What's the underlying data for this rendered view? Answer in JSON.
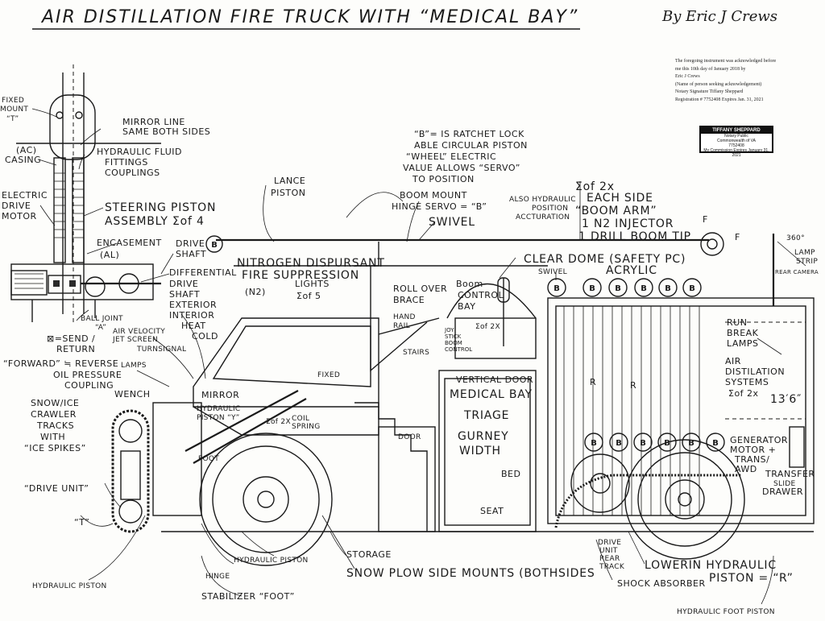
{
  "title": "AIR DISTILLATION FIRE TRUCK WITH “MEDICAL BAY”",
  "byline": "By Eric J Crews",
  "notary": {
    "line1": "The foregoing instrument was acknowledged before",
    "line2": "me this 10th day of January 2018 by",
    "line3": "Eric J Crews",
    "line4": "(Name of person seeking acknowledgement)",
    "line5": "Notary Signature Tiffany Sheppard",
    "line6": "Registration # 7752408  Expires Jan. 31, 2021"
  },
  "seal": {
    "name": "TIFFANY SHEPPARD",
    "line1": "Notary Public",
    "line2": "Commonwealth of VA",
    "line3": "7752408",
    "line4": "My Commission Expires January 31, 2021"
  },
  "labels": {
    "fixed_mount_1": "FIXED",
    "fixed_mount_2": "MOUNT",
    "fixed_mount_3": "“T”",
    "mirror_line_1": "MIRROR LINE",
    "mirror_line_2": "SAME BOTH SIDES",
    "ac_casing_1": "(AC)",
    "ac_casing_2": "CASING",
    "hydraulic_fluid_1": "HYDRAULIC FLUID",
    "hydraulic_fluid_2": "FITTINGS",
    "hydraulic_fluid_3": "COUPLINGS",
    "electric_drive_1": "ELECTRIC",
    "electric_drive_2": "DRIVE",
    "electric_drive_3": "MOTOR",
    "steering_1": "STEERING PISTON",
    "steering_2": "ASSEMBLY Σof 4",
    "encasement_1": "ENCASEMENT",
    "encasement_2": "(AL)",
    "drive_shaft_1": "DRIVE",
    "drive_shaft_2": "SHAFT",
    "differential": "DIFFERENTIAL",
    "drive_shaft_ext_1": "DRIVE",
    "drive_shaft_ext_2": "SHAFT",
    "drive_shaft_ext_3": "EXTERIOR",
    "interior_heat_1": "INTERIOR",
    "interior_heat_2": "HEAT",
    "cold": "COLD",
    "ball_joint_1": "BALL JOINT",
    "ball_joint_2": "“A”",
    "send_return_1": "⊠=SEND /",
    "send_return_2": "RETURN",
    "forward_reverse_1": "“FORWARD” ≒ REVERSE",
    "forward_reverse_2": "OIL PRESSURE",
    "forward_reverse_3": "COUPLING",
    "air_velocity_1": "AIR VELOCITY",
    "air_velocity_2": "JET SCREEN",
    "turn_signal": "TURNSIGNAL",
    "lamps": "LAMPS",
    "snow_ice_1": "SNOW/ICE",
    "snow_ice_2": "CRAWLER",
    "snow_ice_3": "TRACKS",
    "snow_ice_4": "WITH",
    "snow_ice_5": "“ICE SPIKES”",
    "wench": "WENCH",
    "mirror": "MIRROR",
    "hydraulic_piston_y_1": "HYDRAULIC",
    "hydraulic_piston_y_2": "PISTON “Y”",
    "foot": "FOOT",
    "drive_unit": "“DRIVE UNIT”",
    "t_mark": "“T”",
    "hydraulic_piston_bl": "HYDRAULIC PISTON",
    "hinge": "HINGE",
    "stabilizer": "STABILIZER “FOOT”",
    "hydraulic_piston_mid": "HYDRAULIC PISTON",
    "storage": "STORAGE",
    "snow_plow": "SNOW PLOW SIDE MOUNTS (BOTHSIDES",
    "lance_piston_1": "LANCE",
    "lance_piston_2": "PISTON",
    "nitrogen_1": "NITROGEN DISPURSANT",
    "nitrogen_2": "FIRE SUPPRESSION",
    "n2": "(N2)",
    "lights_1": "LIGHTS",
    "lights_2": "Σof 5",
    "b_ratchet_1": "“B”= IS RATCHET LOCK",
    "b_ratchet_2": "ABLE CIRCULAR PISTON",
    "b_ratchet_3": "“WHEEL” ELECTRIC",
    "b_ratchet_4": "VALUE ALLOWS “SERVO”",
    "b_ratchet_5": "TO POSITION",
    "boom_mount_1": "BOOM MOUNT",
    "boom_mount_2": "HINGE SERVO = “B”",
    "also_hydraulic_1": "ALSO HYDRAULIC",
    "also_hydraulic_2": "POSITION",
    "also_hydraulic_3": "ACCTURATION",
    "swivel": "SWIVEL",
    "each_side_1": "Σof 2x",
    "each_side_2": "EACH SIDE",
    "boom_arm": "“BOOM ARM”",
    "n2_injector": "1 N2 INJECTOR",
    "drill_boom": "1 DRILL BOOM TIP",
    "f_mark_1": "F",
    "f_mark_2": "F",
    "roll_over_1": "ROLL OVER",
    "roll_over_2": "BRACE",
    "hand_rail_1": "HAND",
    "hand_rail_2": "RAIL",
    "boom_control_1": "Boom",
    "boom_control_2": "CONTROL",
    "boom_control_3": "BAY",
    "joy_stick_1": "JOY",
    "joy_stick_2": "STICK",
    "joy_stick_3": "BOOM",
    "joy_stick_4": "CONTROL",
    "sigma_2x": "Σof 2X",
    "clear_dome_1": "CLEAR DOME (SAFETY PC)",
    "clear_dome_2": "ACRYLIC",
    "swivel_2": "SWIVEL",
    "stairs": "STAIRS",
    "fixed": "FIXED",
    "coil_spring_1": "COIL",
    "coil_spring_2": "SPRING",
    "sigma_2x_b": "Σof 2X",
    "door": "DOOR",
    "vertical_door": "VERTICAL DOOR",
    "medical_bay": "MEDICAL BAY",
    "triage": "TRIAGE",
    "gurney_1": "GURNEY",
    "gurney_2": "WIDTH",
    "bed": "BED",
    "seat": "SEAT",
    "r_mark_1": "R",
    "r_mark_2": "R",
    "deg_360": "360°",
    "lamp_strip_1": "LAMP",
    "lamp_strip_2": "STRIP",
    "rear_camera": "REAR CAMERA",
    "run_break_1": "RUN",
    "run_break_2": "BREAK",
    "run_break_3": "LAMPS",
    "air_dist_1": "AIR",
    "air_dist_2": "DISTILATION",
    "air_dist_3": "SYSTEMS",
    "air_dist_4": "Σof 2x",
    "height": "13′6″",
    "generator_1": "GENERATOR",
    "generator_2": "MOTOR +",
    "generator_3": "TRANS/",
    "generator_4": "AWD",
    "transfer_1": "TRANSFER",
    "transfer_2": "SLIDE",
    "transfer_3": "DRAWER",
    "drive_unit_rear_1": "DRIVE",
    "drive_unit_rear_2": "UNIT",
    "drive_unit_rear_3": "REAR",
    "drive_unit_rear_4": "TRACK",
    "lower_hydraulic_1": "LOWERIN HYDRAULIC",
    "lower_hydraulic_2": "PISTON = “R”",
    "shock_absorber": "SHOCK ABSORBER",
    "hydraulic_foot": "HYDRAULIC FOOT PISTON",
    "b": "B"
  }
}
